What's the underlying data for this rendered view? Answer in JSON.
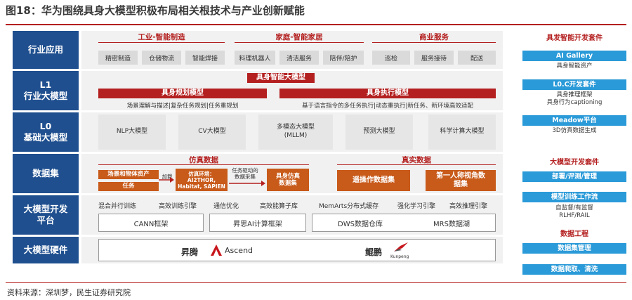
{
  "title": "图18：华为围绕具身大模型积极布局相关根技术与产业创新赋能",
  "source": "资料来源：深圳梦，民生证券研究院",
  "layers": [
    "行业应用",
    "L1\n行业大模型",
    "L0\n基础大模型",
    "数据集",
    "大模型开发\n平台",
    "大模型硬件"
  ],
  "apps": {
    "groups": [
      {
        "name": "工业-智能制造",
        "items": [
          "精密制造",
          "仓储物流",
          "智能焊接"
        ]
      },
      {
        "name": "家庭-智能家居",
        "items": [
          "料理机器人",
          "清洁服务",
          "陪伴/陪护"
        ]
      },
      {
        "name": "商业服务",
        "items": [
          "巡检",
          "服务接待",
          "配送"
        ]
      }
    ]
  },
  "l1": {
    "center": "具身智能大模型",
    "left": {
      "name": "具身规划模型",
      "desc": "场景理解与描述|复杂任务规划|任务重规划"
    },
    "right": {
      "name": "具身执行模型",
      "desc": "基于语言指令的多任务执行|动态重执行|新任务、新环境高效适配"
    }
  },
  "l0": [
    "NLP大模型",
    "CV大模型",
    "多模态大模型\n(MLLM)",
    "预测大模型",
    "科学计算大模型"
  ],
  "dataset": {
    "sim_title": "仿真数据",
    "real_title": "真实数据",
    "scene": "场景和物体资产",
    "task": "任务",
    "add": "加载",
    "env": "仿真环境：\nAI2THOR,\nHabitat, SAPIEN",
    "collect": "任务驱动的\n数据采集",
    "simset": "具身仿真\n数据集",
    "teleop": "遥操作数据集",
    "fpv": "第一人称视角数\n据集"
  },
  "platform": {
    "tools": [
      "混合并行训练",
      "高效训练引擎",
      "通信优化",
      "高效能算子库",
      "MemArts分布式缓存",
      "强化学习引擎",
      "高效推理引擎"
    ],
    "frames": [
      "CANN框架",
      "昇思AI计算框架",
      "DWS数据仓库",
      "MRS数据湖"
    ]
  },
  "hardware": {
    "a": "昇腾",
    "a_brand": "Ascend",
    "b": "鲲鹏",
    "b_brand": "Kunpeng"
  },
  "right": {
    "s1": "具发智能开发套件",
    "s1_items": [
      {
        "name": "AI Gallery",
        "desc": "具身智能资产"
      },
      {
        "name": "L0.C开发套件",
        "desc": "具身推理框架\n具身行为captioning"
      },
      {
        "name": "Meadow平台",
        "desc": "3D仿真数据生成"
      }
    ],
    "s2": "大模型开发套件",
    "s2_items": [
      {
        "name": "部署/评测/管理",
        "desc": ""
      },
      {
        "name": "模型训练工作流",
        "desc": "自监督/有监督\nRLHF/RAIL"
      }
    ],
    "s3": "数据工程",
    "s3_items": [
      "数据集管理",
      "数据爬取、清洗"
    ]
  }
}
